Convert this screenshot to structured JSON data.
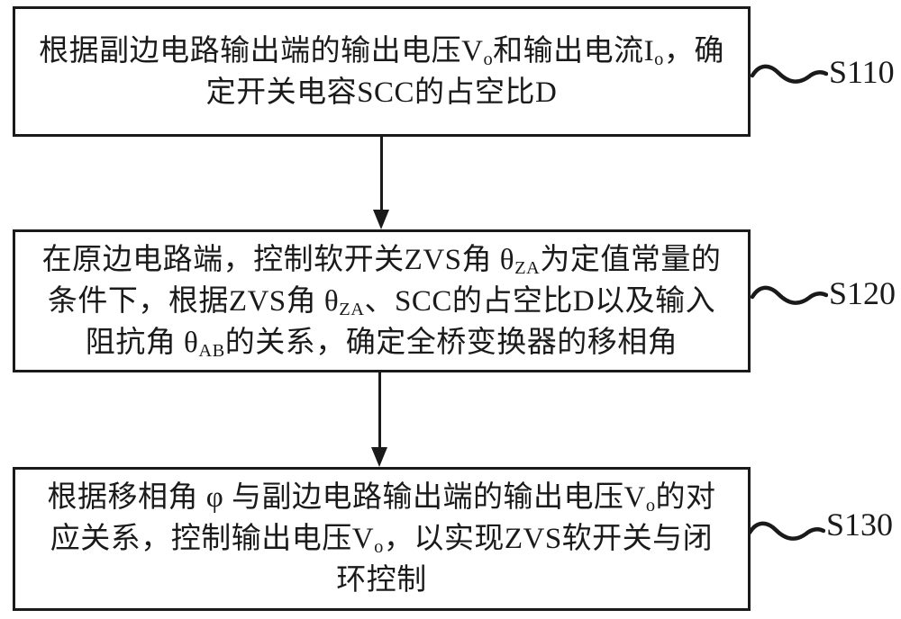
{
  "figure": {
    "background": "#ffffff",
    "line_color": "#1a1a1a"
  },
  "steps": [
    {
      "label": "S110",
      "lines": [
        [
          {
            "t": "根据副边电路输出端的输出电压V"
          },
          {
            "t": "o",
            "sub": true
          },
          {
            "t": "和输出电流I"
          },
          {
            "t": "o",
            "sub": true
          },
          {
            "t": "，确"
          }
        ],
        [
          {
            "t": "定开关电容SCC的占空比D"
          }
        ]
      ]
    },
    {
      "label": "S120",
      "lines": [
        [
          {
            "t": "在原边电路端，控制软开关ZVS角 θ"
          },
          {
            "t": "ZA",
            "sub": true
          },
          {
            "t": "为定值常量的"
          }
        ],
        [
          {
            "t": "条件下，根据ZVS角 θ"
          },
          {
            "t": "ZA",
            "sub": true
          },
          {
            "t": "、SCC的占空比D以及输入"
          }
        ],
        [
          {
            "t": "阻抗角 θ"
          },
          {
            "t": "AB",
            "sub": true
          },
          {
            "t": "的关系，确定全桥变换器的移相角"
          }
        ]
      ]
    },
    {
      "label": "S130",
      "lines": [
        [
          {
            "t": "根据移相角 φ 与副边电路输出端的输出电压V"
          },
          {
            "t": "o",
            "sub": true
          },
          {
            "t": "的对"
          }
        ],
        [
          {
            "t": "应关系，控制输出电压V"
          },
          {
            "t": "o",
            "sub": true
          },
          {
            "t": "，以实现ZVS软开关与闭"
          }
        ],
        [
          {
            "t": "环控制"
          }
        ]
      ]
    }
  ]
}
